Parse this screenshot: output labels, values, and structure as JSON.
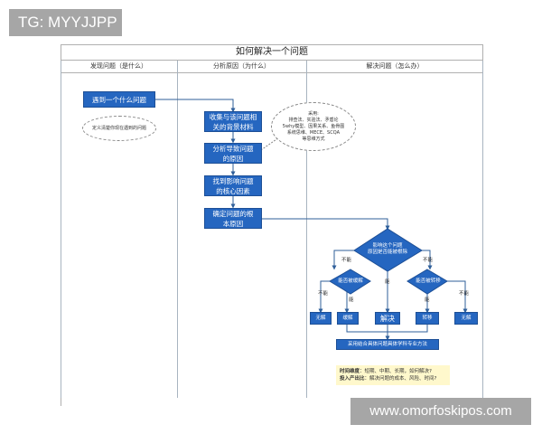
{
  "watermarks": {
    "top_left": "TG: MYYJJPP",
    "bottom_right": "www.omorfoskipos.com"
  },
  "diagram": {
    "title": "如何解决一个问题",
    "columns": [
      {
        "label": "发现问题（是什么）"
      },
      {
        "label": "分析原因（为什么）"
      },
      {
        "label": "解决问题（怎么办）"
      }
    ],
    "discover": {
      "box": "遇到一个什么问题",
      "oval": "定义清楚你现在遇到的问题"
    },
    "analyze": {
      "steps": [
        {
          "line1": "收集与该问题相",
          "line2": "关的背景材料"
        },
        {
          "line1": "分析导致问题",
          "line2": "的原因"
        },
        {
          "line1": "找到影响问题",
          "line2": "的核心因素"
        },
        {
          "line1": "确定问题的根",
          "line2": "本原因"
        }
      ],
      "methods_oval": {
        "heading": "采用:",
        "lines": [
          "排查法、实验法、矛盾论",
          "5why模型、因果关系、鱼骨图",
          "系统思维、MECE、SCQA",
          "等思维方式"
        ]
      }
    },
    "solve": {
      "main_decision": {
        "line1": "影响这个问题",
        "line2": "原因是否能被根除"
      },
      "left_decision": "能否被缓解",
      "right_decision": "能否被转移",
      "labels": {
        "cannot": "不能",
        "can": "能"
      },
      "outcomes": [
        "无解",
        "缓解",
        "解决",
        "转移",
        "无解"
      ],
      "method_bar": "采用结合具体问题具体学科专业方法",
      "note": {
        "time_label": "时间维度",
        "time_text": "：短期、中期、长期，如何解决?",
        "cost_label": "投入产出比",
        "cost_text": "：解决问题的成本、风险、时间?"
      }
    }
  },
  "colors": {
    "box": "#2566c0",
    "line": "#2f5f9a",
    "note_bg": "#fff8cc",
    "watermark": "#a6a6a6"
  }
}
